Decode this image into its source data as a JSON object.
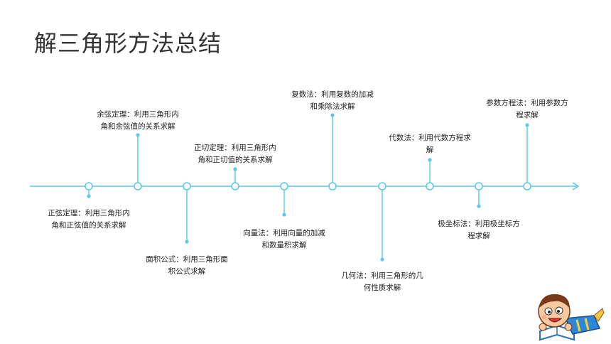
{
  "title": "解三角形方法总结",
  "colors": {
    "accent": "#5bc8ec",
    "title": "#333333",
    "text": "#222222"
  },
  "methods": [
    {
      "name": "正弦定理",
      "text": "正弦定理：利用三角形内\n角和正弦值的关系求解",
      "side": "below"
    },
    {
      "name": "余弦定理",
      "text": "余弦定理：利用三角形内\n角和余弦值的关系求解",
      "side": "above"
    },
    {
      "name": "面积公式",
      "text": "面积公式：利用三角形面\n积公式求解",
      "side": "below"
    },
    {
      "name": "正切定理",
      "text": "正切定理：利用三角形内\n角和正切值的关系求解",
      "side": "above"
    },
    {
      "name": "向量法",
      "text": "向量法：利用向量的加减\n和数量积求解",
      "side": "below"
    },
    {
      "name": "复数法",
      "text": "复数法：利用复数的加减\n和乘除法求解",
      "side": "above"
    },
    {
      "name": "几何法",
      "text": "几何法：利用三角形的几\n何性质求解",
      "side": "below"
    },
    {
      "name": "代数法",
      "text": "代数法：利用代数方程求\n解",
      "side": "above"
    },
    {
      "name": "极坐标法",
      "text": "极坐标法：利用极坐标方\n程求解",
      "side": "below"
    },
    {
      "name": "参数方程法",
      "text": "参数方程法：利用参数方\n程求解",
      "side": "above"
    }
  ],
  "illustration": {
    "icon": "reading-boy-mascot"
  }
}
